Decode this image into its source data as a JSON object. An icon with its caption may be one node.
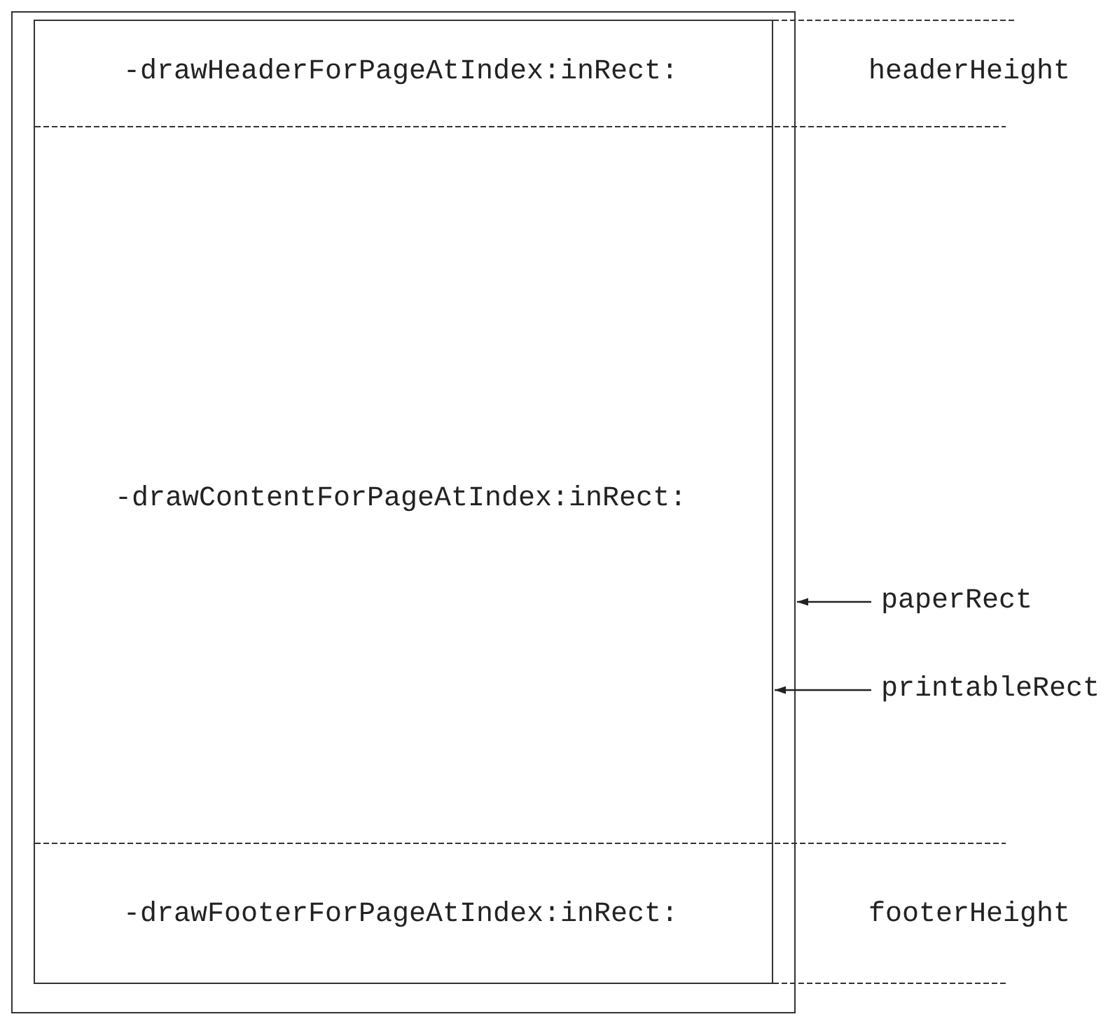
{
  "diagram": {
    "nodes": [
      {
        "text": [],
        "shape": "box"
      },
      {
        "text": [],
        "shape": "box",
        "in": 0
      },
      {
        "text": [
          "paperRect"
        ]
      },
      {
        "text": [
          "printableRect"
        ]
      }
    ],
    "edges": [
      {
        "from": 2,
        "to": 0,
        "arrow": "to"
      },
      {
        "from": 3,
        "to": 1,
        "arrow": "to"
      }
    ],
    "labels": [
      "-drawHeaderForPageAtIndex:inRect:",
      "headerHeight",
      "-drawContentForPageAtIndex:inRect:",
      "-drawFooterForPageAtIndex:inRect:",
      "footerHeight"
    ]
  }
}
